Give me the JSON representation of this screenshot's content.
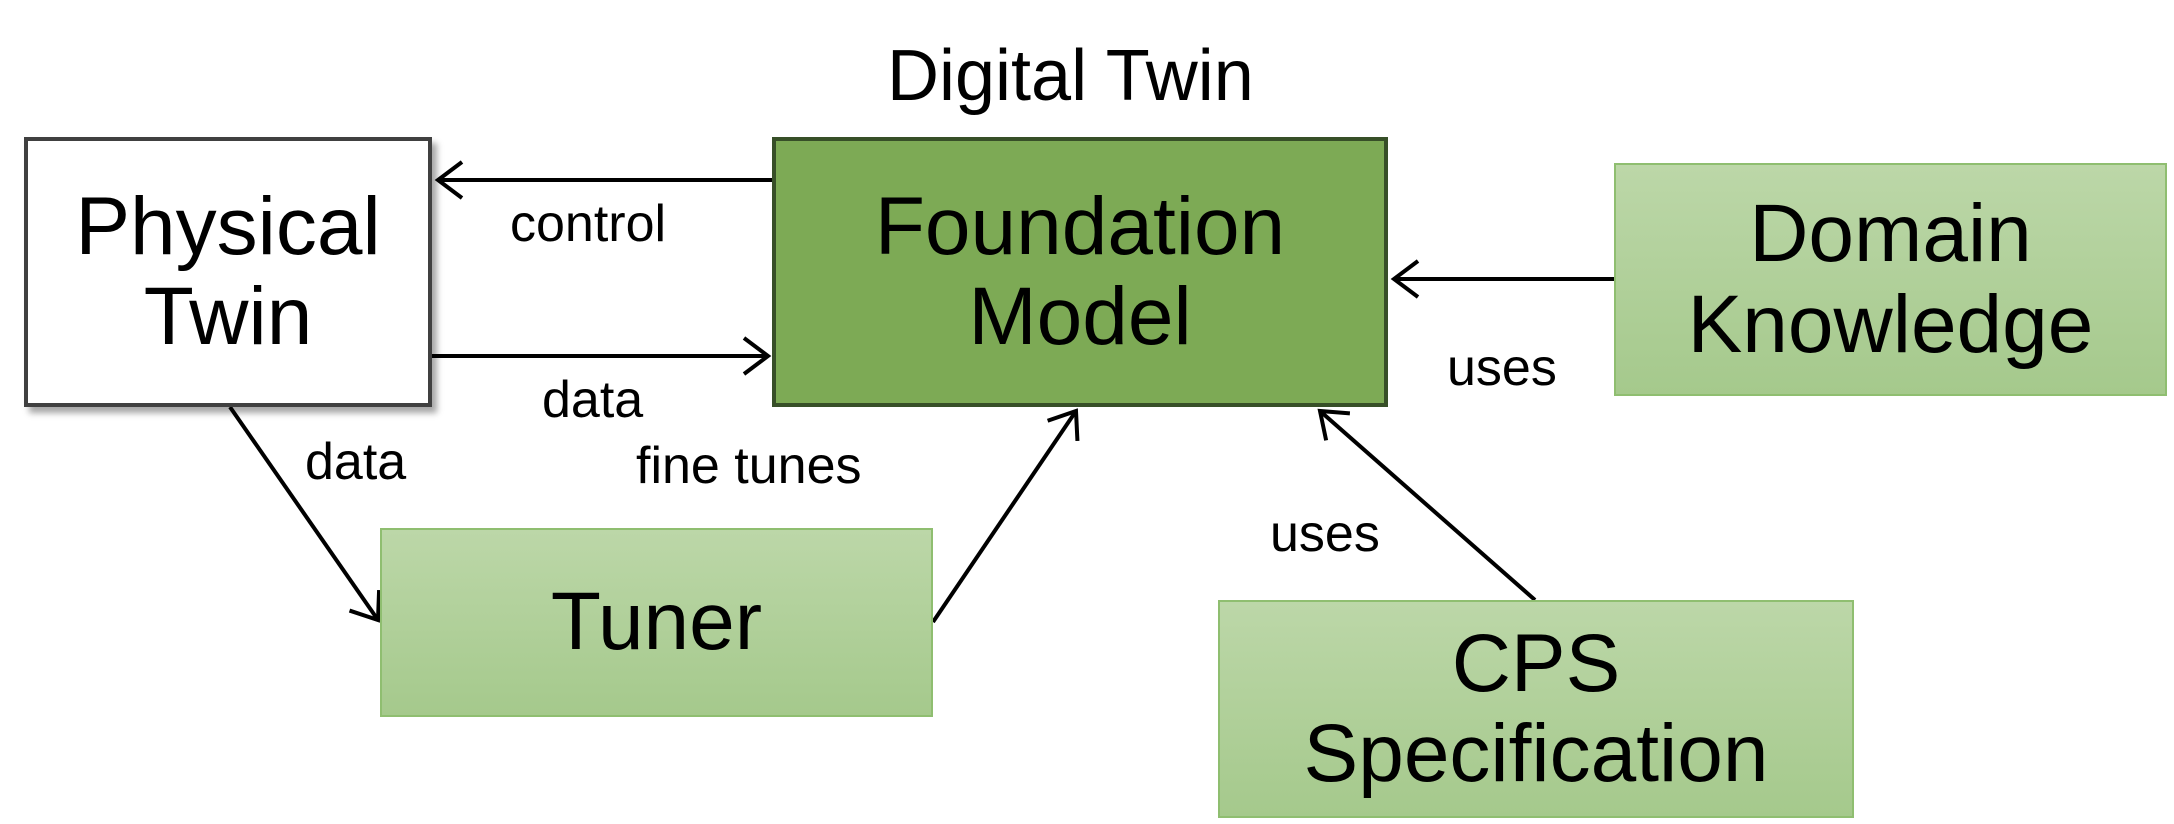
{
  "title": "Digital Twin",
  "nodes": {
    "physical_twin": {
      "line1": "Physical",
      "line2": "Twin"
    },
    "foundation_model": {
      "line1": "Foundation",
      "line2": "Model"
    },
    "domain_knowledge": {
      "line1": "Domain",
      "line2": "Knowledge"
    },
    "tuner": {
      "line1": "Tuner"
    },
    "cps_specification": {
      "line1": "CPS",
      "line2": "Specification"
    }
  },
  "edges": {
    "control": "control",
    "data_to_model": "data",
    "data_to_tuner": "data",
    "fine_tunes": "fine tunes",
    "uses_domain": "uses",
    "uses_cps": "uses"
  },
  "colors": {
    "foundation_fill": "#7daa55",
    "light_green_fill": "#a5c98c",
    "arrow": "#000000"
  }
}
